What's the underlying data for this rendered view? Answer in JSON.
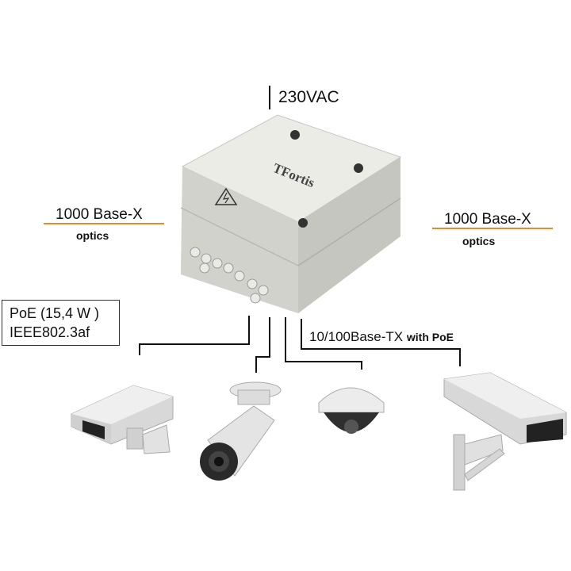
{
  "power": {
    "label": "230VAC"
  },
  "enclosure": {
    "brand": "TFortis"
  },
  "uplink_left": {
    "label": "1000 Base-X",
    "sub": "optics"
  },
  "uplink_right": {
    "label": "1000 Base-X",
    "sub": "optics"
  },
  "poe": {
    "line1": "PoE (15,4 W )",
    "line2": "IEEE802.3af"
  },
  "ports": {
    "label": "10/100Base-TX",
    "suffix": "with PoE"
  },
  "colors": {
    "optics_line": "#e88a2a",
    "wire": "#111111",
    "enclosure": "#dcdcd6"
  },
  "cameras": [
    "box-camera-housing-left",
    "bullet-camera",
    "dome-camera",
    "box-camera-housing-right"
  ]
}
